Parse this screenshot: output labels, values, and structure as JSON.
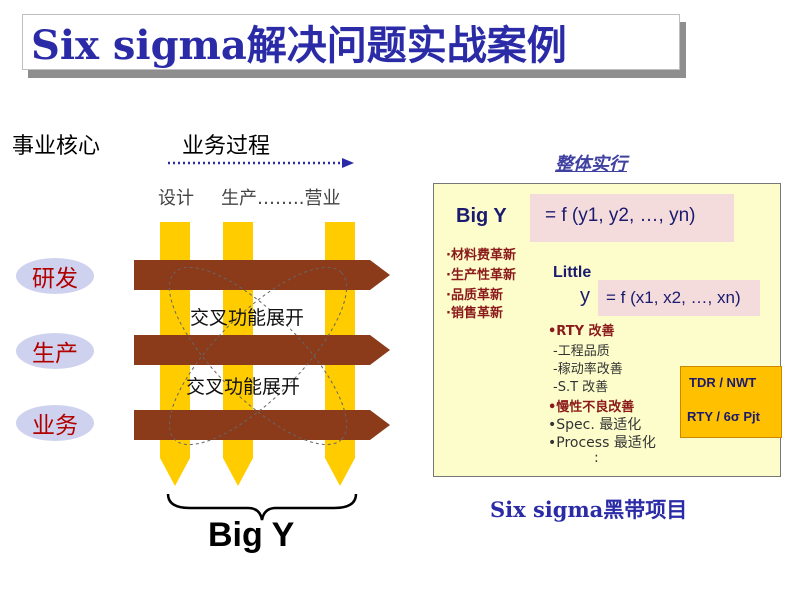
{
  "title": "Six sigma解决问题实战案例",
  "left": {
    "core_label": "事业核心",
    "process_label": "业务过程",
    "steps": [
      "设计",
      "生产……..营业"
    ],
    "departments": [
      "研发",
      "生产",
      "业务"
    ],
    "cross_function": [
      "交叉功能展开",
      "交叉功能展开"
    ],
    "big_y": "Big  Y"
  },
  "right": {
    "section_title": "整体实行",
    "big_y_label": "Big  Y",
    "big_y_eq": "= f (y1, y2, …, yn)",
    "little_label": "Little",
    "little_y": "y",
    "little_eq": "= f (x1, x2, …, xn)",
    "cost_items": [
      "·材料费革新",
      "·生产性革新",
      "·品质革新",
      "·销售革新"
    ],
    "rty_item": "•RTY 改善",
    "rty_subs": [
      "-工程品质",
      "-稼动率改善",
      "-S.T 改善"
    ],
    "more_items": [
      "•慢性不良改善",
      "•Spec. 最适化",
      "•Process 最适化"
    ],
    "ellipsis": ":",
    "tdr_line1": "TDR / NWT",
    "tdr_line2": "RTY / 6σ Pjt",
    "black_belt_title": "Six sigma黑带项目"
  },
  "colors": {
    "title_text": "#2b2ba7",
    "arrow_fill": "#8b3a1a",
    "column_fill": "#ffcc00",
    "department_oval": "#cfd2ee",
    "department_text": "#b00000",
    "panel_fill": "#fdfdcc",
    "tdr_fill": "#ffc000"
  }
}
